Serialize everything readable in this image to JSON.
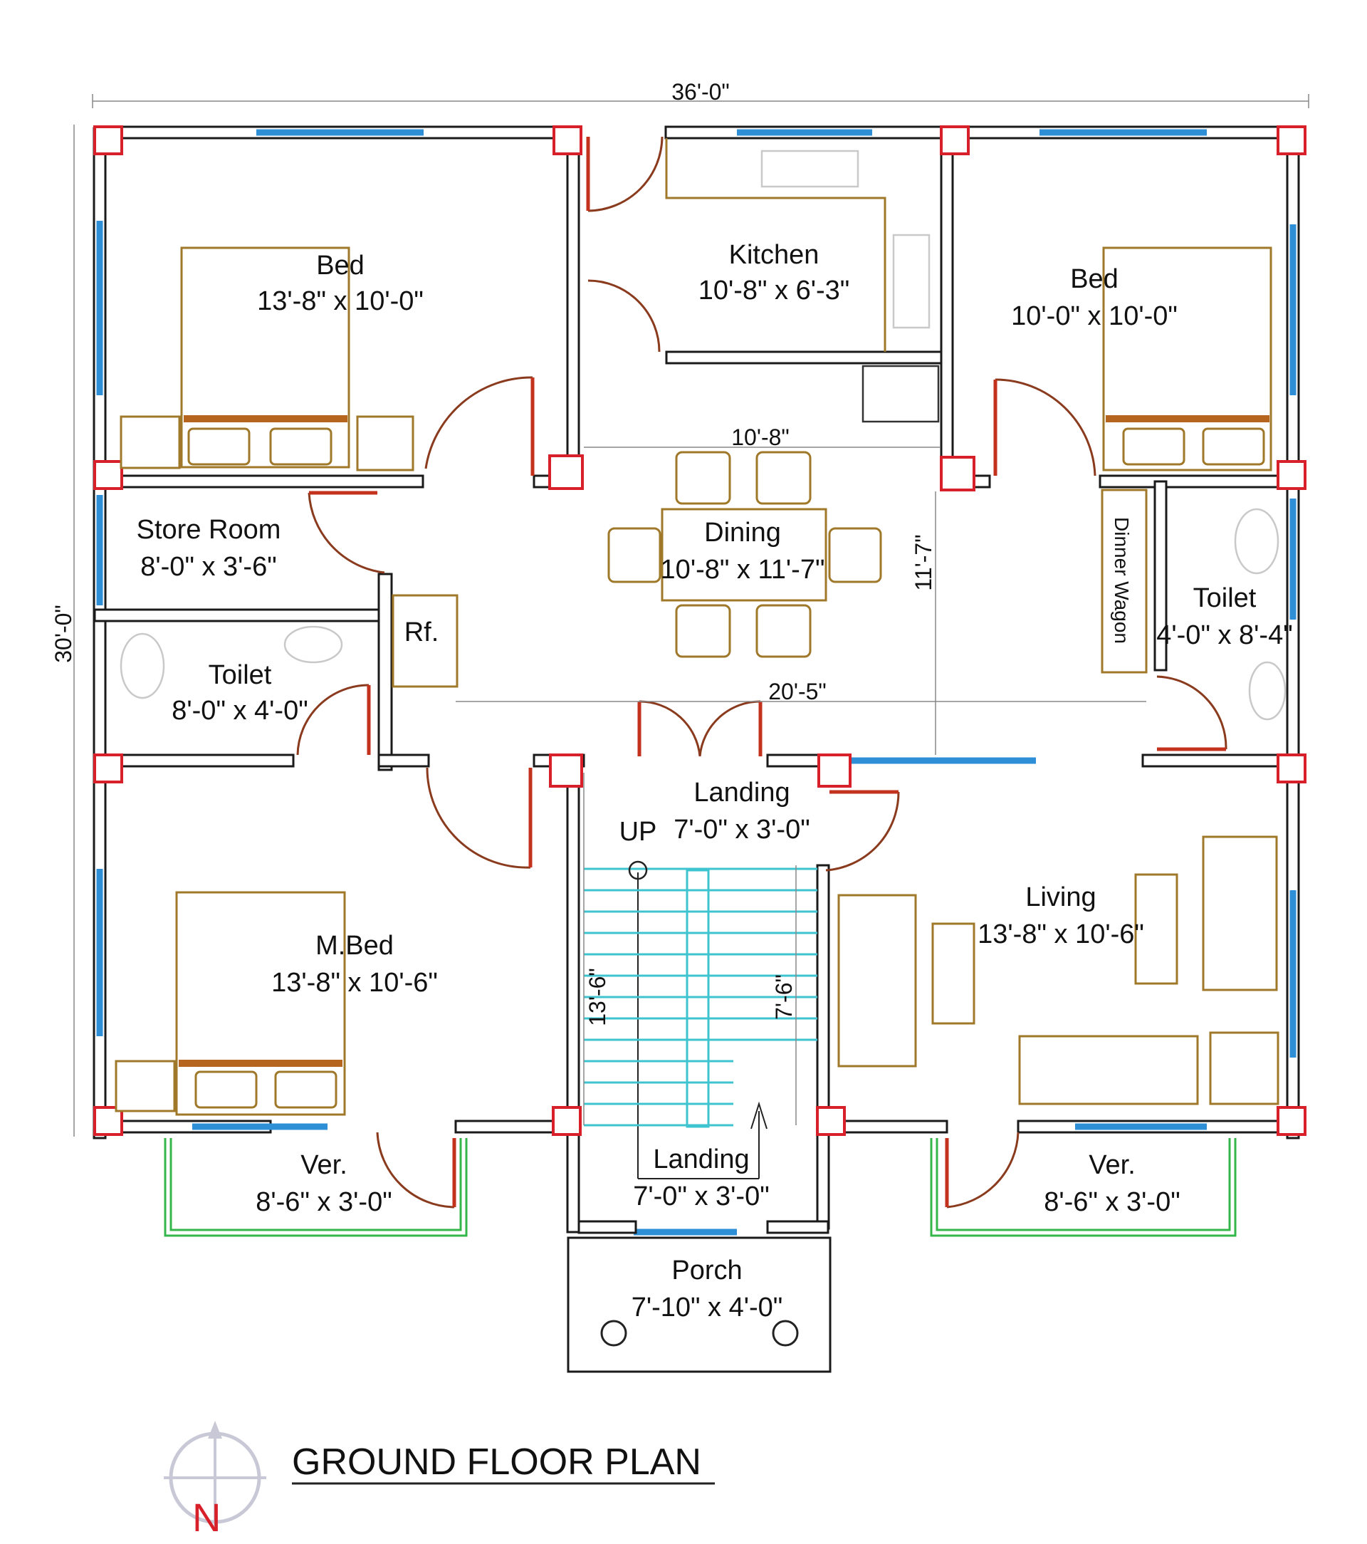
{
  "overall": {
    "width": "36'-0\"",
    "depth": "30'-0\""
  },
  "rooms": {
    "bed_left": {
      "name": "Bed",
      "size": "13'-8\" x 10'-0\""
    },
    "kitchen": {
      "name": "Kitchen",
      "size": "10'-8\" x 6'-3\""
    },
    "bed_right": {
      "name": "Bed",
      "size": "10'-0\" x 10'-0\""
    },
    "store": {
      "name": "Store Room",
      "size": "8'-0\" x 3'-6\""
    },
    "dining": {
      "name": "Dining",
      "size": "10'-8\" x 11'-7\""
    },
    "toilet_left": {
      "name": "Toilet",
      "size": "8'-0\" x 4'-0\""
    },
    "toilet_right": {
      "name": "Toilet",
      "size": "4'-0\" x 8'-4\""
    },
    "dinner_wagon": {
      "name": "Dinner Wagon"
    },
    "fridge": {
      "name": "Rf."
    },
    "landing_top": {
      "name": "Landing",
      "size": "7'-0\" x 3'-0\""
    },
    "mbed": {
      "name": "M.Bed",
      "size": "13'-8\" x 10'-6\""
    },
    "living": {
      "name": "Living",
      "size": "13'-8\" x 10'-6\""
    },
    "ver_left": {
      "name": "Ver.",
      "size": "8'-6\" x 3'-0\""
    },
    "landing_bottom": {
      "name": "Landing",
      "size": "7'-0\" x 3'-0\""
    },
    "ver_right": {
      "name": "Ver.",
      "size": "8'-6\" x 3'-0\""
    },
    "porch": {
      "name": "Porch",
      "size": "7'-10\" x 4'-0\""
    }
  },
  "dimensions": {
    "dining_width": "10'-8\"",
    "dining_depth": "11'-7\"",
    "hall_width": "20'-5\"",
    "stair_length": "13'-6\"",
    "stair_flight": "7'-6\""
  },
  "stair_label": "UP",
  "title": "GROUND FLOOR PLAN",
  "north_label": "N",
  "colors": {
    "wall": "#1a1a1a",
    "window": "#2f8fd6",
    "column": "#d8202a",
    "door": "#8a3b1e",
    "furniture": "#a0782a",
    "stair": "#3ec4d0",
    "railing": "#35b64a"
  }
}
